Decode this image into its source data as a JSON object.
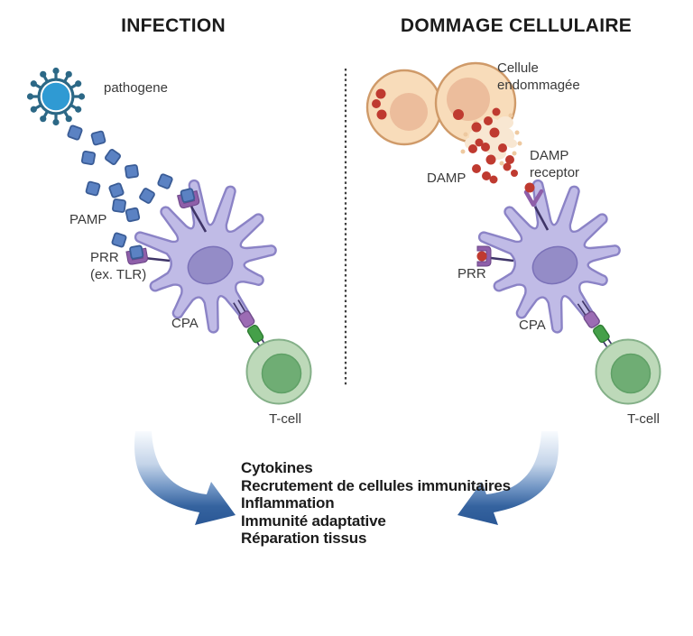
{
  "titles": {
    "left": "INFECTION",
    "right": "DOMMAGE CELLULAIRE"
  },
  "left_panel": {
    "pathogen_label": "pathogene",
    "pamp_label": "PAMP",
    "prr_label_line1": "PRR",
    "prr_label_line2": "(ex. TLR)",
    "cpa_label": "CPA",
    "tcell_label": "T-cell"
  },
  "right_panel": {
    "damaged_cell_label_line1": "Cellule",
    "damaged_cell_label_line2": "endommagée",
    "damp_label": "DAMP",
    "damp_receptor_label_line1": "DAMP",
    "damp_receptor_label_line2": "receptor",
    "prr_label": "PRR",
    "cpa_label": "CPA",
    "tcell_label": "T-cell"
  },
  "outcomes": [
    "Cytokines",
    "Recrutement de cellules immunitaires",
    "Inflammation",
    "Immunité adaptative",
    "Réparation tissus"
  ],
  "colors": {
    "pathogen_core": "#2f9ad3",
    "pathogen_dark": "#2c6886",
    "pamp_fill": "#5b82c3",
    "pamp_stroke": "#3a5c96",
    "cpa_fill": "#c0bbe6",
    "cpa_stroke": "#8b83c6",
    "cpa_nucleus": "#948cc7",
    "cpa_nucleus_stroke": "#7a71b8",
    "receptor_purple": "#8e5fa9",
    "receptor_stem": "#3f3568",
    "tcell_fill": "#bdd9b9",
    "tcell_stroke": "#84b088",
    "tcell_nucleus": "#6fad74",
    "tcell_nucleus_stroke": "#5fa066",
    "damaged_fill": "#f8dcba",
    "damaged_stroke": "#cf9a69",
    "damaged_nucleus": "#ecbd9c",
    "damp_red": "#bf3a30",
    "mhc_purple": "#9c6cb4",
    "mhc_stroke": "#714d8c",
    "tcr_green": "#45a049",
    "tcr_stroke": "#2f7d33",
    "arrow_blue": "#2d5c9c",
    "divider": "#3e3e3e",
    "burst_fill": "#f8e7d2",
    "burst_speckle": "#eec9a0",
    "text_dark": "#1b1b1b",
    "label_gray": "#3a3a3a"
  }
}
